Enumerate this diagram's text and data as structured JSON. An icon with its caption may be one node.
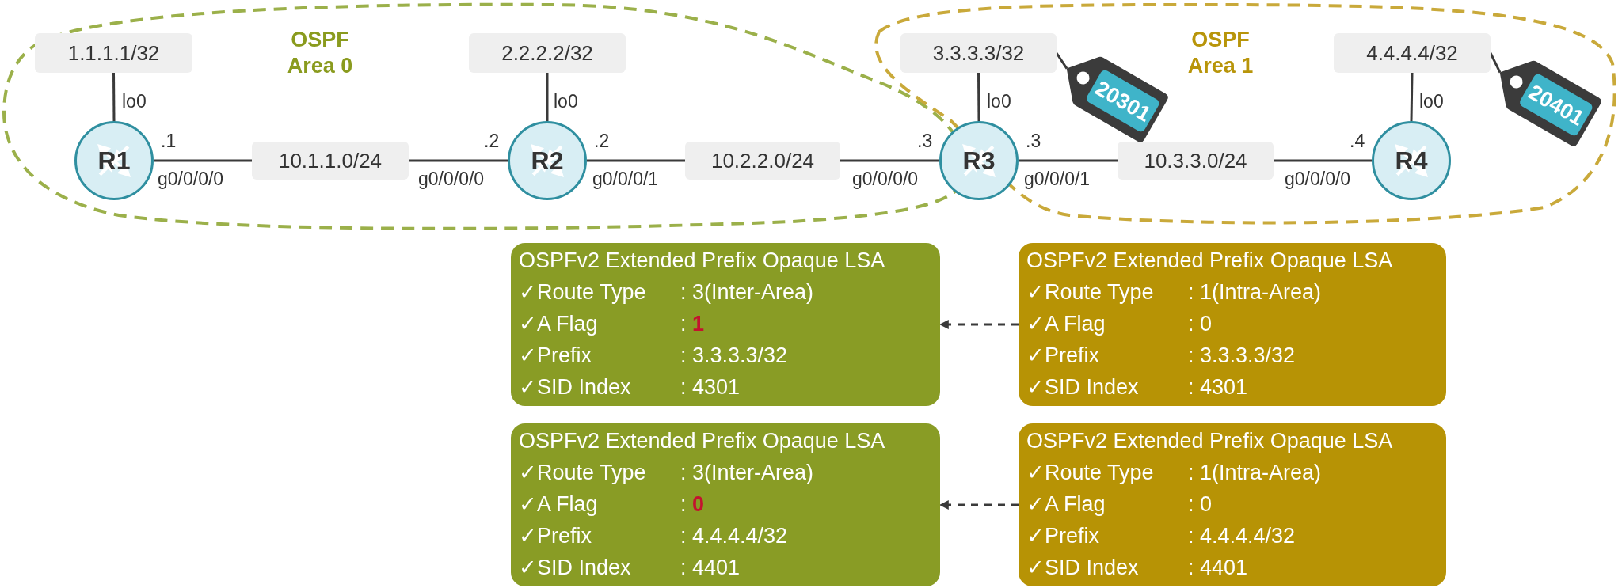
{
  "diagram": {
    "nodes": [
      {
        "text": [
          "OSPF Area 0"
        ]
      },
      {
        "text": [
          "1.1.1.1/32"
        ],
        "in": 0
      },
      {
        "text": [
          "R1"
        ],
        "in": 0
      },
      {
        "text": [
          "10.1.1.0/24"
        ],
        "in": 0
      },
      {
        "text": [
          "2.2.2.2/32"
        ],
        "in": 0
      },
      {
        "text": [
          "R2"
        ],
        "in": 0
      },
      {
        "text": [
          "10.2.2.0/24"
        ],
        "in": 0
      },
      {
        "text": [
          "OSPF Area 1"
        ]
      },
      {
        "text": [
          "3.3.3.3/32"
        ],
        "in": 7
      },
      {
        "text": [
          "20301"
        ],
        "in": 7
      },
      {
        "text": [
          "R3"
        ]
      },
      {
        "text": [
          "10.3.3.0/24"
        ],
        "in": 7
      },
      {
        "text": [
          "4.4.4.4/32"
        ],
        "in": 7
      },
      {
        "text": [
          "20401"
        ],
        "in": 7
      },
      {
        "text": [
          "R4"
        ],
        "in": 7
      },
      {
        "text": [
          "OSPFv2 Extended Prefix Opaque LSA",
          "✓Route Type",
          ": 3(Inter-Area)",
          "✓A Flag",
          ": **1**",
          "✓Prefix",
          ": 3.3.3.3/32",
          "✓SID Index",
          ": 4301"
        ]
      },
      {
        "text": [
          "OSPFv2 Extended Prefix Opaque LSA",
          "✓Route Type",
          ": 1(Intra-Area)",
          "✓A Flag",
          ": 0",
          "✓Prefix",
          ": 3.3.3.3/32",
          "✓SID Index",
          ": 4301"
        ]
      },
      {
        "text": [
          "OSPFv2 Extended Prefix Opaque LSA",
          "✓Route Type",
          ": 3(Inter-Area)",
          "✓A Flag",
          ": **0**",
          "✓Prefix",
          ": 4.4.4.4/32",
          "✓SID Index",
          ": 4401"
        ]
      },
      {
        "text": [
          "OSPFv2 Extended Prefix Opaque LSA",
          "✓Route Type",
          ": 1(Intra-Area)",
          "✓A Flag",
          ": 0",
          "✓Prefix",
          ": 4.4.4.4/32",
          "✓SID Index",
          ": 4401"
        ]
      }
    ],
    "edges": [
      {
        "from": 1,
        "to": 2,
        "arrow": "none"
      },
      {
        "from": 2,
        "to": 3,
        "arrow": "none"
      },
      {
        "from": 3,
        "to": 5,
        "arrow": "none"
      },
      {
        "from": 4,
        "to": 5,
        "arrow": "none"
      },
      {
        "from": 5,
        "to": 6,
        "arrow": "none"
      },
      {
        "from": 6,
        "to": 10,
        "arrow": "none"
      },
      {
        "from": 8,
        "to": 10,
        "arrow": "none"
      },
      {
        "from": 8,
        "to": 9,
        "arrow": "none"
      },
      {
        "from": 10,
        "to": 11,
        "arrow": "none"
      },
      {
        "from": 11,
        "to": 14,
        "arrow": "none"
      },
      {
        "from": 12,
        "to": 14,
        "arrow": "none"
      },
      {
        "from": 12,
        "to": 13,
        "arrow": "none"
      },
      {
        "from": 16,
        "to": 15,
        "arrow": "to",
        "style": "dashed"
      },
      {
        "from": 18,
        "to": 17,
        "arrow": "to",
        "style": "dashed"
      }
    ],
    "labels": [
      "lo0",
      ".1",
      "g0/0/0/0",
      "lo0",
      ".2",
      "g0/0/0/0",
      ".2",
      "g0/0/0/1",
      "lo0",
      ".3",
      "g0/0/0/0",
      ".3",
      "g0/0/0/1",
      "lo0",
      ".4",
      "g0/0/0/0"
    ]
  }
}
